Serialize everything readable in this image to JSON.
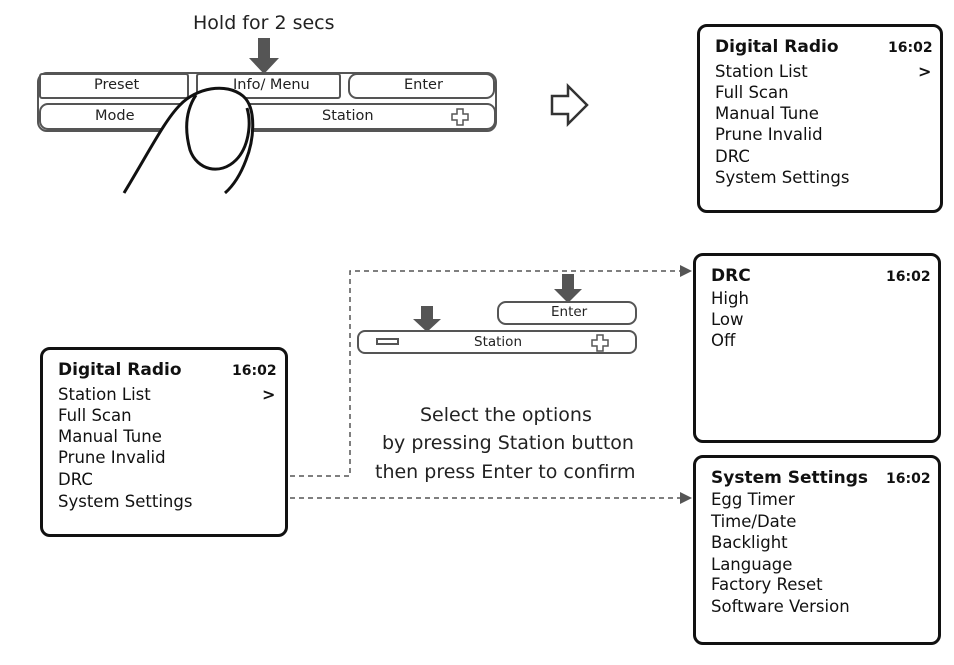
{
  "top_panel": {
    "hold_text": "Hold for 2 secs",
    "buttons": {
      "preset": "Preset",
      "info_menu": "Info/ Menu",
      "enter": "Enter",
      "mode": "Mode",
      "station": "Station"
    }
  },
  "mid_panel": {
    "buttons": {
      "enter": "Enter",
      "station": "Station"
    }
  },
  "caption": [
    "Select the options",
    "by pressing Station button",
    "then press Enter to confirm"
  ],
  "screens": {
    "main_top": {
      "title": "Digital Radio",
      "time": "16:02",
      "chevron": ">",
      "items": [
        "Station List",
        "Full Scan",
        "Manual Tune",
        "Prune Invalid",
        "DRC",
        "System Settings"
      ]
    },
    "main_left": {
      "title": "Digital Radio",
      "time": "16:02",
      "chevron": ">",
      "items": [
        "Station List",
        "Full Scan",
        "Manual Tune",
        "Prune Invalid",
        "DRC",
        "System Settings"
      ]
    },
    "drc": {
      "title": "DRC",
      "time": "16:02",
      "items": [
        "High",
        "Low",
        "Off"
      ]
    },
    "system": {
      "title": "System Settings",
      "time": "16:02",
      "items": [
        "Egg Timer",
        "Time/Date",
        "Backlight",
        "Language",
        "Factory Reset",
        "Software Version"
      ]
    }
  }
}
